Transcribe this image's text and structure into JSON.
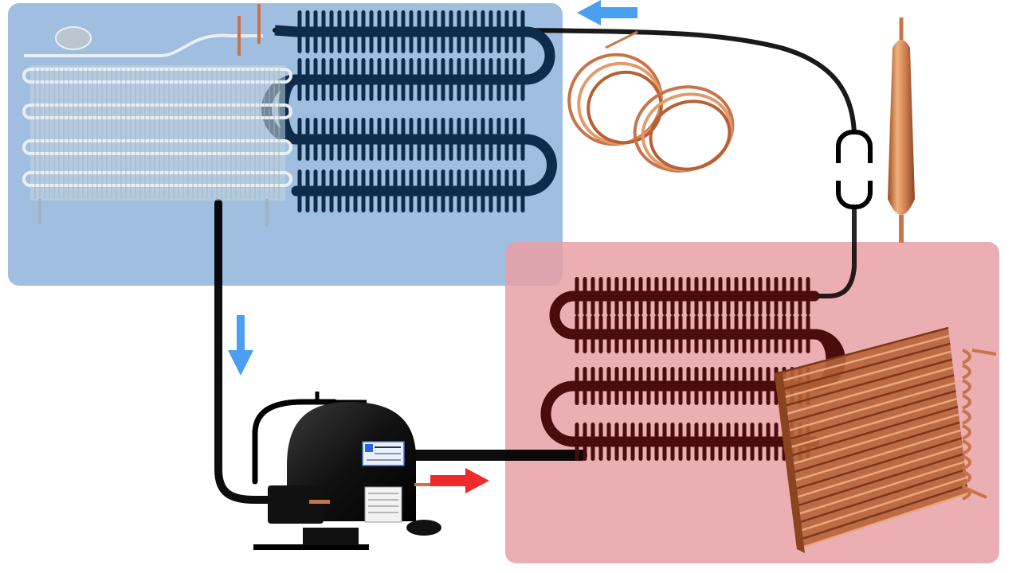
{
  "diagram": {
    "kind": "refrigeration cycle",
    "zones": [
      {
        "id": "cold-zone",
        "color": "#8fb3d9",
        "component": "evaporator"
      },
      {
        "id": "hot-zone",
        "color": "#e8a0a4",
        "component": "condenser"
      }
    ],
    "components": [
      {
        "id": "evaporator",
        "icon": "evaporator-coil-icon"
      },
      {
        "id": "compressor",
        "icon": "compressor-icon"
      },
      {
        "id": "condenser",
        "icon": "condenser-coil-icon"
      },
      {
        "id": "filter-drier",
        "icon": "filter-drier-icon"
      },
      {
        "id": "capillary-tube",
        "icon": "capillary-coil-icon"
      }
    ],
    "flow_arrows": [
      {
        "id": "suction-arrow",
        "direction": "down",
        "color": "#4a9ff0"
      },
      {
        "id": "discharge-arrow",
        "direction": "right",
        "color": "#ee2a2a"
      },
      {
        "id": "return-arrow",
        "direction": "left",
        "color": "#4a9ff0"
      }
    ],
    "pipe_color": "#000000",
    "copper_color": "#c8744a"
  }
}
